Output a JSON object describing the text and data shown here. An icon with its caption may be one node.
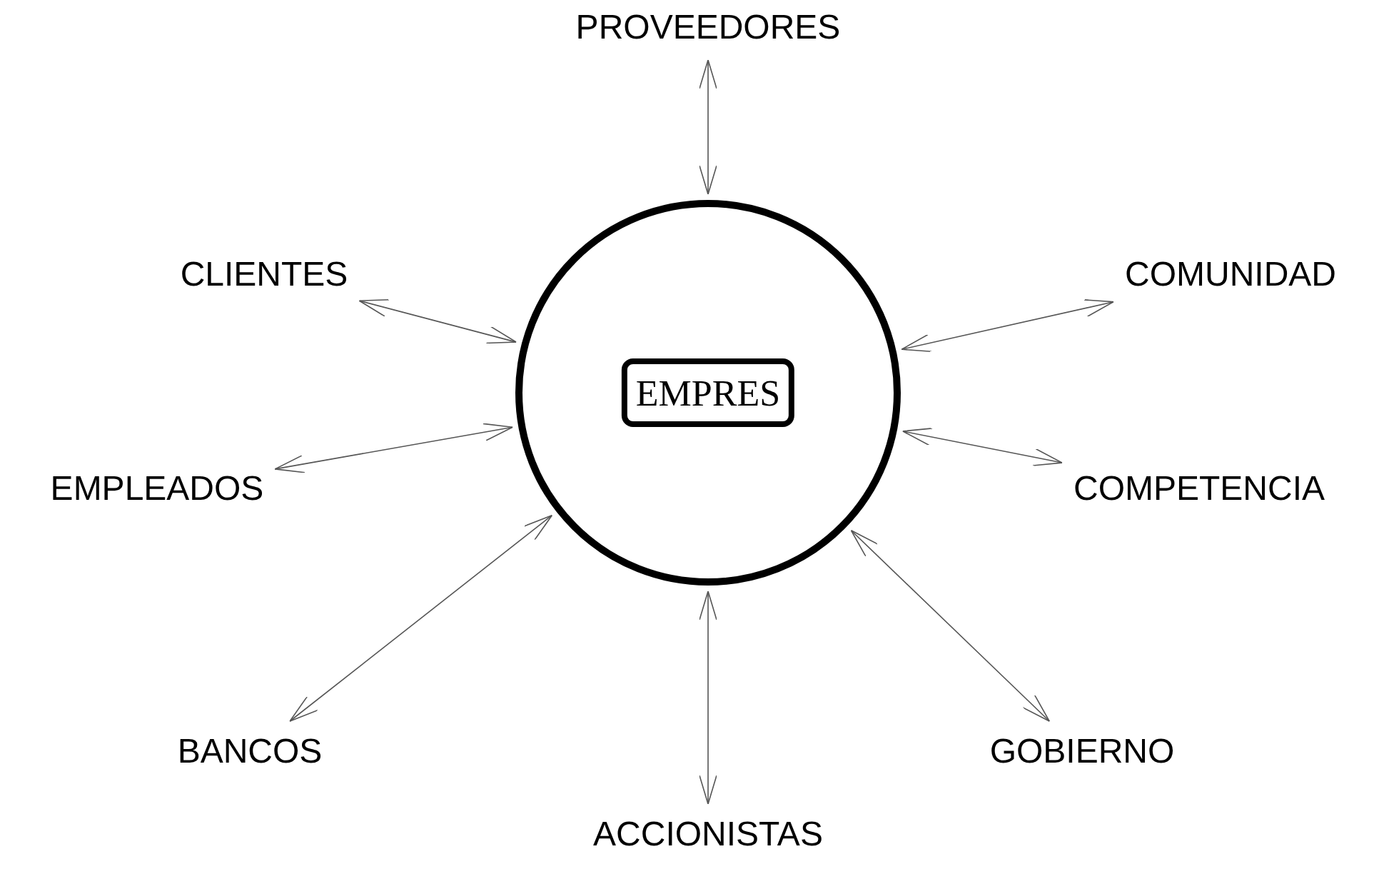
{
  "diagram": {
    "nodes": [
      {
        "text": [
          "PROVEEDORES"
        ]
      },
      {
        "text": [
          "CLIENTES"
        ]
      },
      {
        "text": [
          "COMUNIDAD"
        ]
      },
      {
        "text": [],
        "shape": "circle"
      },
      {
        "text": [
          "EMPRES"
        ],
        "in": 3
      },
      {
        "text": [
          "EMPLEADOS"
        ]
      },
      {
        "text": [
          "COMPETENCIA"
        ]
      },
      {
        "text": [
          "BANCOS"
        ]
      },
      {
        "text": [
          "GOBIERNO"
        ]
      },
      {
        "text": [
          "ACCIONISTAS"
        ]
      }
    ],
    "edges": [
      {
        "from": 0,
        "to": 3,
        "arrow": "both"
      },
      {
        "from": 1,
        "to": 3,
        "arrow": "both"
      },
      {
        "from": 2,
        "to": 3,
        "arrow": "both"
      },
      {
        "from": 5,
        "to": 3,
        "arrow": "both"
      },
      {
        "from": 6,
        "to": 3,
        "arrow": "both"
      },
      {
        "from": 7,
        "to": 3,
        "arrow": "both"
      },
      {
        "from": 8,
        "to": 3,
        "arrow": "both"
      },
      {
        "from": 9,
        "to": 3,
        "arrow": "both"
      }
    ]
  }
}
